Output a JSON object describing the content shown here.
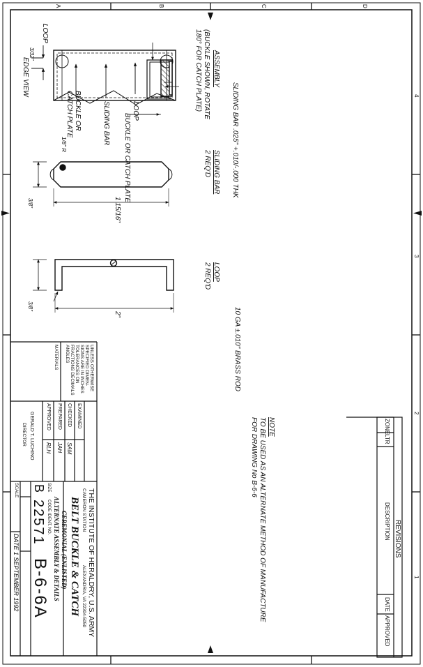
{
  "border": {
    "zones_long": [
      "4",
      "3",
      "2",
      "1"
    ],
    "zones_short": [
      "D",
      "C",
      "B",
      "A"
    ]
  },
  "views": {
    "assembly": {
      "title": "ASSEMBLY",
      "note": "(BUCKLE SHOWN, ROTATE 180° FOR CATCH PLATE)",
      "dim_height": "3/32\"",
      "label_plate": "BUCKLE OR CATCH PLATE",
      "label_loop": "LOOP",
      "label_bar": "SLIDING BAR"
    },
    "sliding_bar": {
      "title": "SLIDING BAR",
      "qty": "2 REQ'D",
      "dim_radius": "1/8\" R",
      "dim_height": "3/8\"",
      "dim_length": "1 15/16\""
    },
    "loop": {
      "title": "LOOP",
      "qty": "2 REQ'D",
      "dim_height": "3/8\"",
      "dim_length": "2\"",
      "material": "10 GA ±.010\" BRASS ROD"
    },
    "edge_view": {
      "title": "EDGE VIEW",
      "label_loop": "LOOP",
      "label_bar": "SLIDING BAR  .025\" +.010/-.000 THK",
      "label_plate": "BUCKLE OR CATCH PLATE"
    }
  },
  "note": {
    "heading": "NOTE",
    "line1": "TO BE USED AS AN ALTERNATE METHOD OF MANUFACTURE",
    "line2": "FOR DRAWING No B-6-6"
  },
  "revisions": {
    "title": "REVISIONS",
    "columns": [
      "ZONE",
      "LTR",
      "DESCRIPTION",
      "DATE",
      "APPROVED"
    ]
  },
  "title_block": {
    "tolerance_lines": [
      "UNLESS OTHERWISE",
      "SPECIFIED DIMEN-",
      "SIONS ARE IN INCHES",
      "TOLERANCES ON",
      "FRACTIONS  DECIMALS",
      "ANGLES"
    ],
    "materials": "MATERIALS",
    "sign_rows": [
      {
        "role": "EXAMINED",
        "init": ""
      },
      {
        "role": "CHECKED",
        "init": "SAM"
      },
      {
        "role": "PREPARED",
        "init": "JAH"
      },
      {
        "role": "APPROVED",
        "init": "RLH"
      }
    ],
    "director_name": "GERALD T. LUCHINO",
    "director_title": "DIRECTOR",
    "org_name": "THE INSTITUTE OF HERALDRY, U.S. ARMY",
    "org_addr1": "CAMERON STATION",
    "org_addr2": "ALEXANDRIA, VA 22304-5050",
    "dwg_title1": "BELT BUCKLE & CATCH",
    "dwg_title2": "CEREMONIAL (ENLISTED)",
    "dwg_title3": "ALTERNATE ASSEMBLY & DETAILS",
    "size_label": "SIZE",
    "size": "B",
    "code_label": "CODE IDENT. NO.",
    "code": "22571",
    "dwg_no": "B-6-6A",
    "scale_label": "SCALE",
    "date": "DATE 1 SEPTEMBER 1992"
  }
}
